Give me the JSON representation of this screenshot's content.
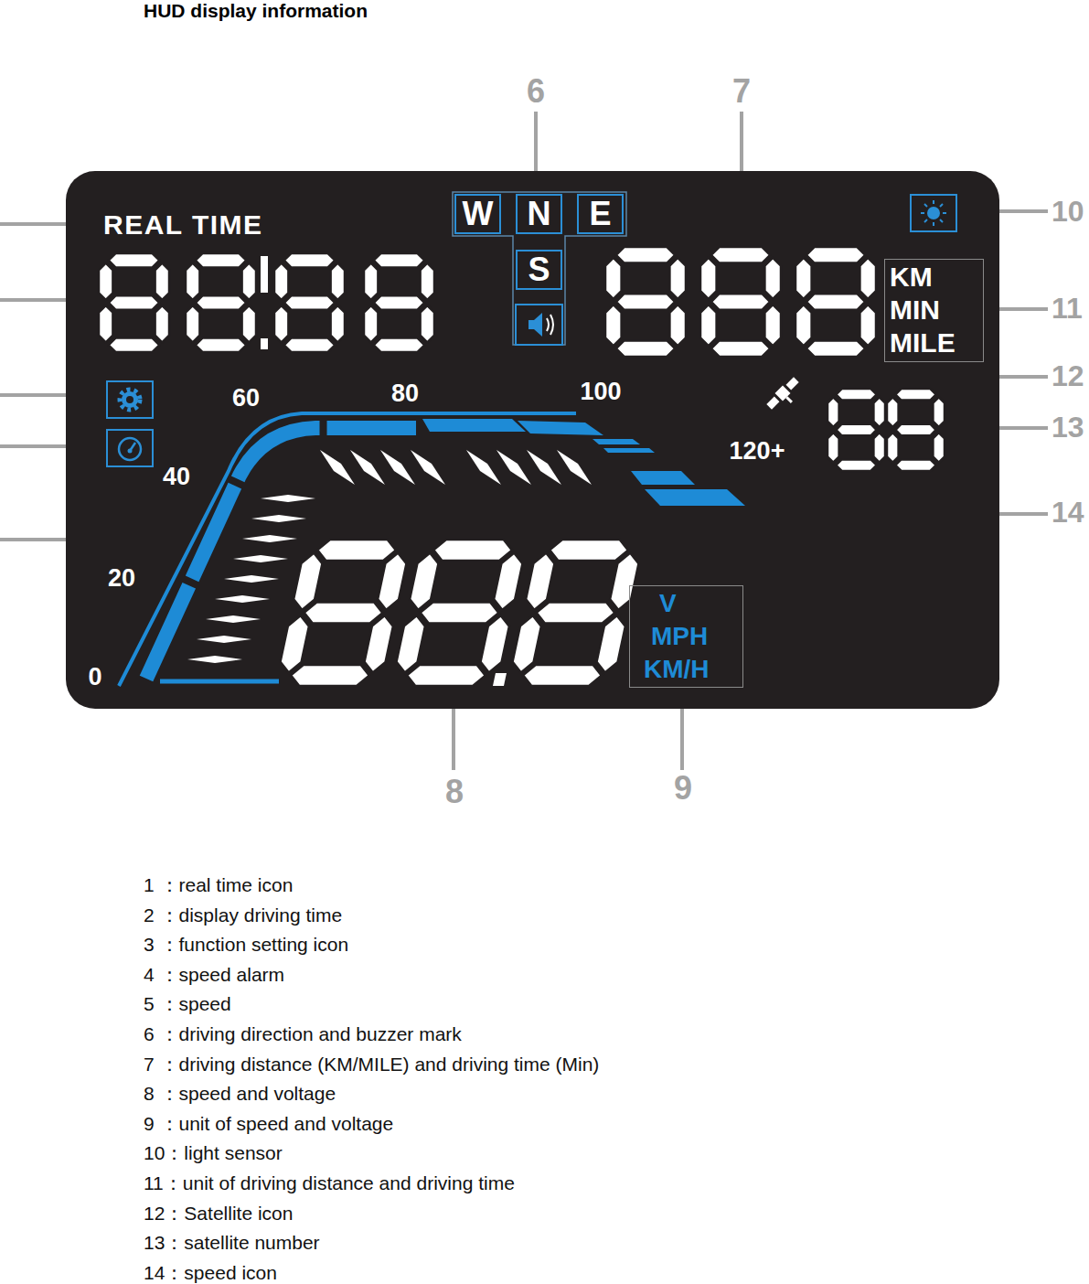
{
  "diagram": {
    "title": "HUD display information",
    "nodes": [
      {
        "text": [
          "REAL TIME",
          "60",
          "80",
          "100",
          "40",
          "20",
          "0",
          "120+"
        ]
      },
      {
        "text": [
          "W"
        ],
        "in": 0
      },
      {
        "text": [
          "N"
        ],
        "in": 0
      },
      {
        "text": [
          "E"
        ],
        "in": 0
      },
      {
        "text": [
          "S"
        ],
        "in": 0
      },
      {
        "text": [
          "KM",
          "MIN",
          "MILE"
        ],
        "in": 0
      },
      {
        "text": [
          "V",
          "MPH",
          "KM/H"
        ],
        "in": 0
      }
    ],
    "labels": [
      "6",
      "7",
      "10",
      "11",
      "12",
      "13",
      "14",
      "8",
      "9",
      "1 ：real time icon",
      "2 ：display driving time",
      "3 ：function setting icon",
      "4 ：speed alarm",
      "5 ：speed",
      "6 ：driving direction and buzzer mark",
      "7 ：driving distance (KM/MILE) and driving time (Min)",
      "8 ：speed and voltage",
      "9 ：unit of speed and voltage",
      "10：light sensor",
      "11：unit of driving distance and driving time",
      "12：Satellite icon",
      "13：satellite number",
      "14：speed icon"
    ]
  }
}
